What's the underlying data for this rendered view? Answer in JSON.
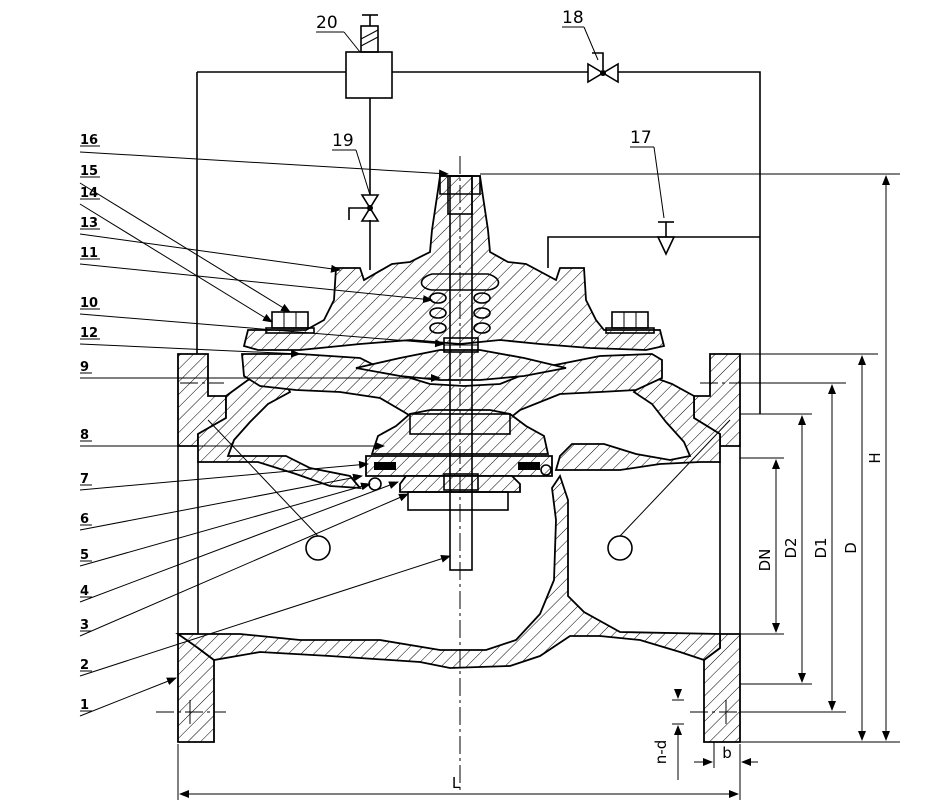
{
  "callouts": {
    "c1": "1",
    "c2": "2",
    "c3": "3",
    "c4": "4",
    "c5": "5",
    "c6": "6",
    "c7": "7",
    "c8": "8",
    "c9": "9",
    "c10": "10",
    "c11": "11",
    "c12": "12",
    "c13": "13",
    "c14": "14",
    "c15": "15",
    "c16": "16",
    "c17": "17",
    "c18": "18",
    "c19": "19",
    "c20": "20"
  },
  "dimensions": {
    "dn": "DN",
    "d2": "D2",
    "d1": "D1",
    "d": "D",
    "h": "H",
    "l": "L",
    "b": "b",
    "nd": "n-d"
  }
}
